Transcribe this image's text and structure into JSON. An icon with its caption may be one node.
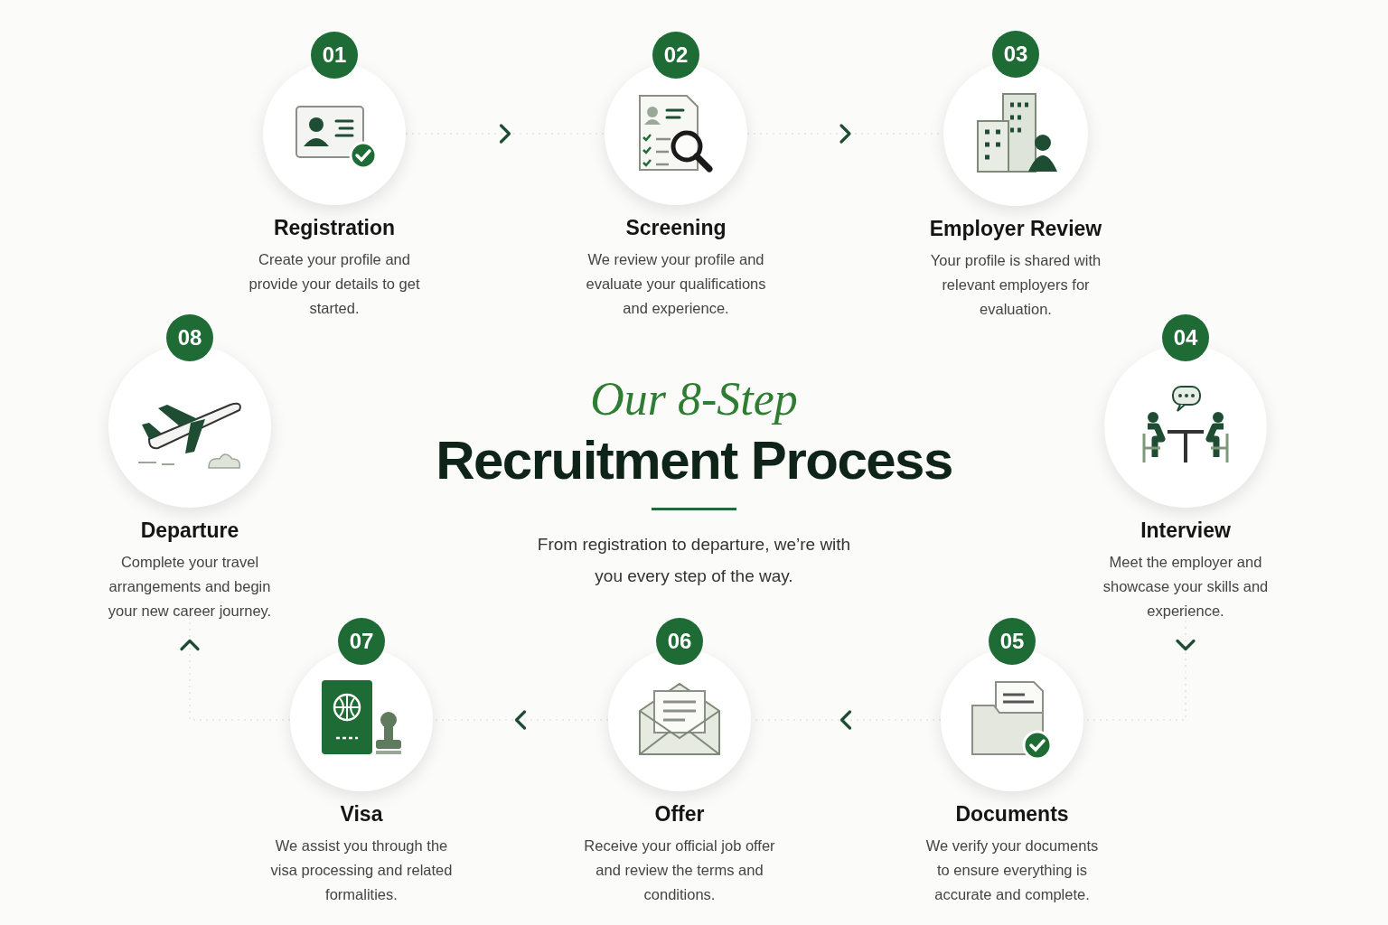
{
  "diagram": {
    "title": "Recruitment Process",
    "caption": "From registration to departure, we’re with you every step of the way.",
    "nodes": [
      {
        "text": [
          "01",
          "Registration",
          "Create your profile and provide your details to get started."
        ]
      },
      {
        "text": [
          "02",
          "Screening",
          "We review your profile and evaluate your qualifications and experience."
        ]
      },
      {
        "text": [
          "03",
          "Employer Review",
          "Your profile is shared with relevant employers for evaluation."
        ]
      },
      {
        "text": [
          "04",
          "Interview",
          "Meet the employer and showcase your skills and experience."
        ]
      },
      {
        "text": [
          "05",
          "Documents",
          "We verify your documents to ensure everything is accurate and complete."
        ]
      },
      {
        "text": [
          "06",
          "Offer",
          "Receive your official job offer and review the terms and conditions."
        ]
      },
      {
        "text": [
          "07",
          "Visa",
          "We assist you through the visa processing and related formalities."
        ]
      },
      {
        "text": [
          "08",
          "Departure",
          "Complete your travel arrangements and begin your new career journey."
        ]
      }
    ],
    "edges": [
      {
        "from": 0,
        "to": 1,
        "arrow": "to"
      },
      {
        "from": 1,
        "to": 2,
        "arrow": "to"
      },
      {
        "from": 3,
        "to": 4,
        "arrow": "to"
      },
      {
        "from": 4,
        "to": 5,
        "arrow": "to"
      },
      {
        "from": 5,
        "to": 6,
        "arrow": "to"
      },
      {
        "from": 6,
        "to": 7,
        "arrow": "to"
      }
    ],
    "labels": [
      "Our 8-Step"
    ]
  }
}
